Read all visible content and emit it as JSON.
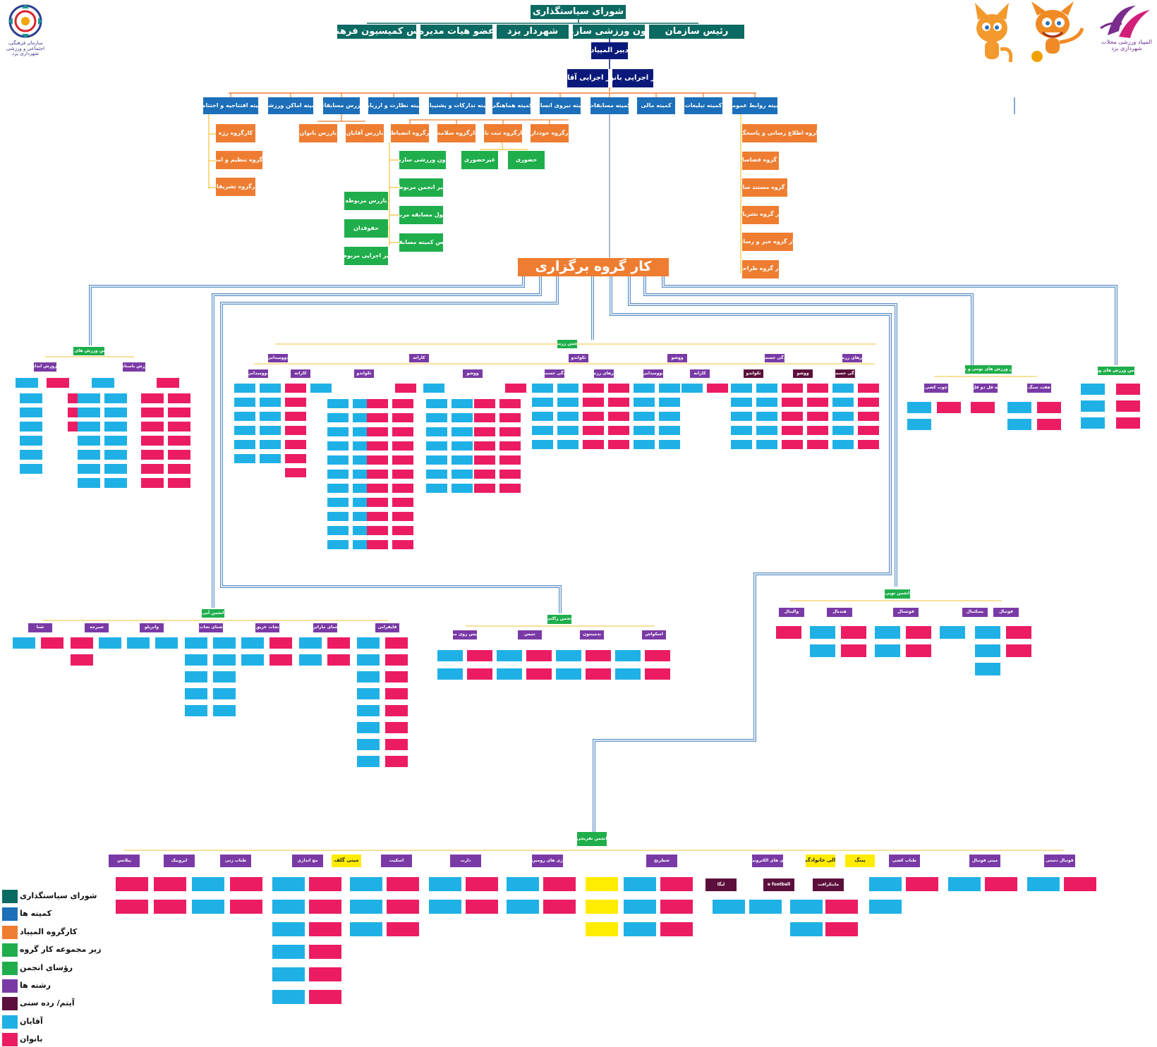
{
  "top": {
    "council": "شورای سیاستگذاری",
    "members": [
      "رئیس سازمان",
      "معاون ورزشی سازمان",
      "شهردار یزد",
      "عضو هیات مدیره",
      "رئیس کمیسیون فرهنگی"
    ],
    "secretary": "دبیر المپیاد",
    "exec_women": "دبیر اجرایی بانوان",
    "exec_men": "دبیر اجرایی آقایان"
  },
  "committees": [
    "کمیته روابط عمومی",
    "کمیته تبلیغات",
    "کمیته مالی",
    "کمیته مسابقات",
    "کمیته نیروی انسانی",
    "کمیته هماهنگی",
    "کمیته تدارکات و پشتیبانی",
    "کمیته نظارت و ارزیابی",
    "بازرس مسابقات",
    "کمیته اماکن ورزشی",
    "کمیته افتتاحیه و اختتامیه"
  ],
  "workgroups": {
    "opening": [
      "کارگروه رژه",
      "کارگروه تنظیم و امنیت",
      "کارگروه تشریفات"
    ],
    "inspectors": [
      "بازرس آقایان",
      "بازرس بانوان"
    ],
    "middle": [
      "کارگروه انضباطی",
      "کارگروه سلامت",
      "کارگروه ثبت نام",
      "کارگروه خودداری"
    ],
    "registration": [
      "غیرحضوری",
      "حضوری"
    ],
    "discipline": [
      "معاون ورزشی سازمان",
      "دبیر انجمن مربوطه",
      "مسئول مسابقه مربوطه",
      "رئیس کمیته مسابقات"
    ],
    "discipline_left": [
      "بازرس مربوطه",
      "حقوقدان",
      "دبیر اجرایی مربوطه"
    ],
    "pr": [
      "کارگروه اطلاع رسانی و پاسخگویی",
      "کار گروه فضاسازی",
      "کار گروه مستند سازی",
      "کار گروه نشریات",
      "کار گروه خبر و رسانه",
      "کار گروه طراحی"
    ]
  },
  "main_group": "کار گروه برگزاری",
  "associations": {
    "traditional": "انجمن ورزش های پایه",
    "general": "انجمن رزمی",
    "local": "انجمن ورزش های بومی و محلی",
    "special": "انجمن ورزش های ویژه",
    "water": "انجمن آبی",
    "fitness": "انجمن راکتی",
    "ball": "انجمن توپی",
    "recreational": "انجمن تفریحی"
  },
  "disciplines": {
    "traditional": [
      "پرورش اندام",
      "ورزش باستانی"
    ],
    "martial": [
      "دوومیدانی",
      "کاراته",
      "تکواندو",
      "ووشو",
      "آمادگی جسمانی",
      "هنرهای رزمی"
    ],
    "local": [
      "هفت سنگ",
      "یه قل دو قل",
      "چوب کشی"
    ],
    "water": [
      "شنا",
      "شیرجه",
      "واترپلو",
      "شنای نجات",
      "نجات غریق",
      "شنای ماراتن",
      "قایقرانی"
    ],
    "racket": [
      "تنیس روی میز",
      "تنیس",
      "بدمینتون",
      "اسکواش"
    ],
    "ball": [
      "والیبال",
      "هندبال",
      "فوتسال",
      "بسکتبال",
      "فوتبال"
    ],
    "recreational": [
      "دارت",
      "بازی های رومیزی",
      "شطرنج",
      "بازی های الکترونیکی",
      "طناب کشی",
      "مینی فوتبال",
      "پیلاتس",
      "ایروبیک",
      "طناب زنی",
      "مچ اندازی",
      "اسکیت",
      "فوتبال دستی"
    ],
    "yellow": [
      "مینی گلف",
      "رالی خانوادگی",
      "پینگ"
    ],
    "items": [
      "e football",
      "ماینکرافت",
      "لیگا"
    ]
  },
  "legend": [
    {
      "label": "شورای سیاستگذاری",
      "color": "#0b6a62"
    },
    {
      "label": "کمیته ها",
      "color": "#1c6fb8"
    },
    {
      "label": "کارگروه المپیاد",
      "color": "#ee7d31"
    },
    {
      "label": "زیر مجموعه کار گروه",
      "color": "#1fae4b"
    },
    {
      "label": "رؤسای انجمن",
      "color": "#1fae4b"
    },
    {
      "label": "رشته ها",
      "color": "#7a3aa6"
    },
    {
      "label": "آیتم/ رده سنی",
      "color": "#5c0f3c"
    },
    {
      "label": "آقایان",
      "color": "#1fb1e6"
    },
    {
      "label": "بانوان",
      "color": "#ec1c63"
    }
  ],
  "logos": {
    "left_caption": "سازمان فرهنگی، اجتماعی و ورزشی شهرداری یزد",
    "right_caption": "المپیاد ورزشی محلات شهرداری یزد"
  },
  "colors": {
    "men": "#1fb1e6",
    "women": "#ec1c63",
    "connector": "#f2c232",
    "trunk": "#5b8fc4"
  }
}
